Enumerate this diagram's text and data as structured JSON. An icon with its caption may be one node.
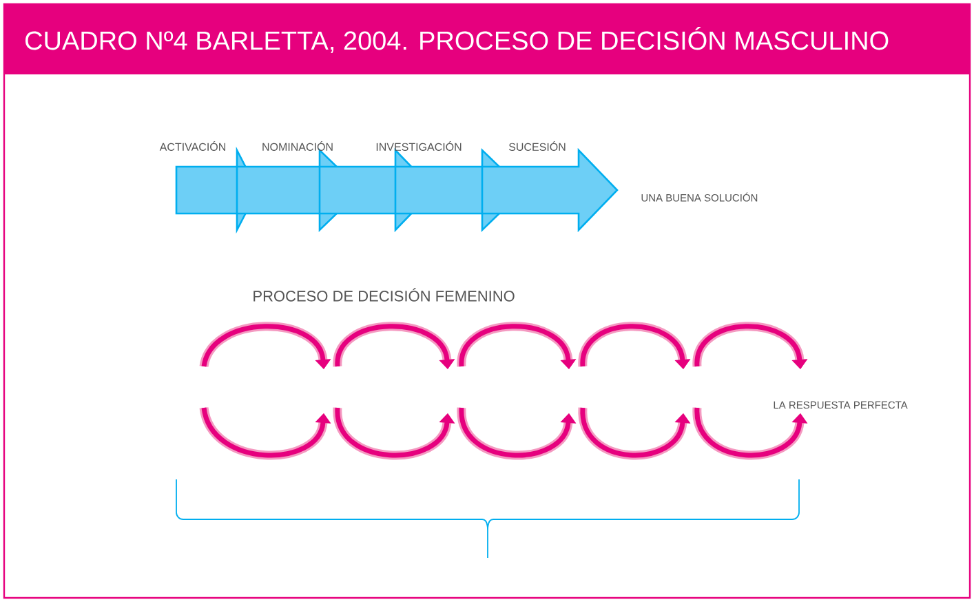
{
  "diagram": {
    "title": "CUADRO Nº4 BARLETTA, 2004. PROCESO DE DECISIÓN MASCULINO",
    "labels": [
      "ACTIVACIÓN",
      "NOMINACIÓN",
      "INVESTIGACIÓN",
      "SUCESIÓN",
      "UNA BUENA SOLUCIÓN",
      "PROCESO DE DECISIÓN FEMENINO",
      "LA RESPUESTA PERFECTA"
    ]
  }
}
